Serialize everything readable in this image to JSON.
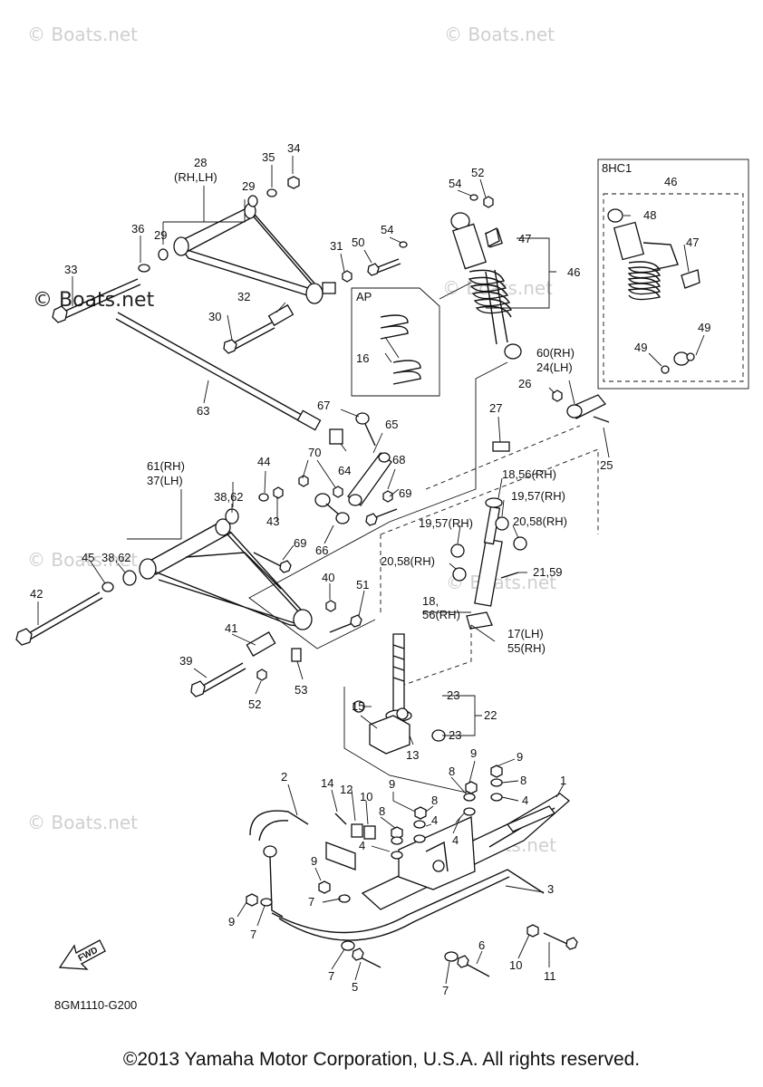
{
  "watermarks": {
    "top_left": "© Boats.net",
    "top_right": "© Boats.net",
    "main": "© Boats.net",
    "mid_left": "© Boats.net",
    "mid_right": "© Boats.net",
    "mid_shock": "© Boats.net",
    "bottom_left": "© Boats.net",
    "bottom_right": "© Boats.net"
  },
  "inset": {
    "title": "8HC1"
  },
  "ap_box": {
    "title": "AP"
  },
  "labels": {
    "l28": "28",
    "l28b": "(RH,LH)",
    "l35": "35",
    "l34": "34",
    "l29a": "29",
    "l29b": "29",
    "l36": "36",
    "l33": "33",
    "l32": "32",
    "l30": "30",
    "l31": "31",
    "l50": "50",
    "l54a": "54",
    "l54b": "54",
    "l52a": "52",
    "l47a": "47",
    "l46a": "46",
    "l46b": "46",
    "l48": "48",
    "l47b": "47",
    "l49a": "49",
    "l49b": "49",
    "l16": "16",
    "l63": "63",
    "l67": "67",
    "l65": "65",
    "l64": "64",
    "l60": "60(RH)",
    "l24": "24(LH)",
    "l26": "26",
    "l25": "25",
    "l27": "27",
    "l61": "61(RH)",
    "l37": "37(LH)",
    "l44": "44",
    "l70": "70",
    "l68": "68",
    "l69a": "69",
    "l69b": "69",
    "l3862a": "38,62",
    "l43": "43",
    "l66": "66",
    "l1856a": "18,56(RH)",
    "l1957a": "19,57(RH)",
    "l1957b": "19,57(RH)",
    "l2058a": "20,58(RH)",
    "l2058b": "20,58(RH)",
    "l2159": "21,59",
    "l45": "45",
    "l3862b": "38,62",
    "l40": "40",
    "l51": "51",
    "l42": "42",
    "l18b": "18,",
    "l56b": "56(RH)",
    "l17": "17(LH)",
    "l55": "55(RH)",
    "l41": "41",
    "l39": "39",
    "l53": "53",
    "l52b": "52",
    "l23a": "23",
    "l23b": "23",
    "l22": "22",
    "l15": "15",
    "l13": "13",
    "l9a": "9",
    "l9b": "9",
    "l9c": "9",
    "l9d": "9",
    "l9e": "9",
    "l8a": "8",
    "l8b": "8",
    "l8c": "8",
    "l8d": "8",
    "l4a": "4",
    "l4b": "4",
    "l4c": "4",
    "l4d": "4",
    "l2": "2",
    "l14": "14",
    "l12": "12",
    "l10a": "10",
    "l1": "1",
    "l3": "3",
    "l7a": "7",
    "l7b": "7",
    "l7c": "7",
    "l7d": "7",
    "l5": "5",
    "l6": "6",
    "l10b": "10",
    "l11": "11",
    "fwd": "FWD"
  },
  "diagram_code": "8GM1110-G200",
  "copyright": "©2013 Yamaha Motor Corporation, U.S.A. All rights reserved."
}
